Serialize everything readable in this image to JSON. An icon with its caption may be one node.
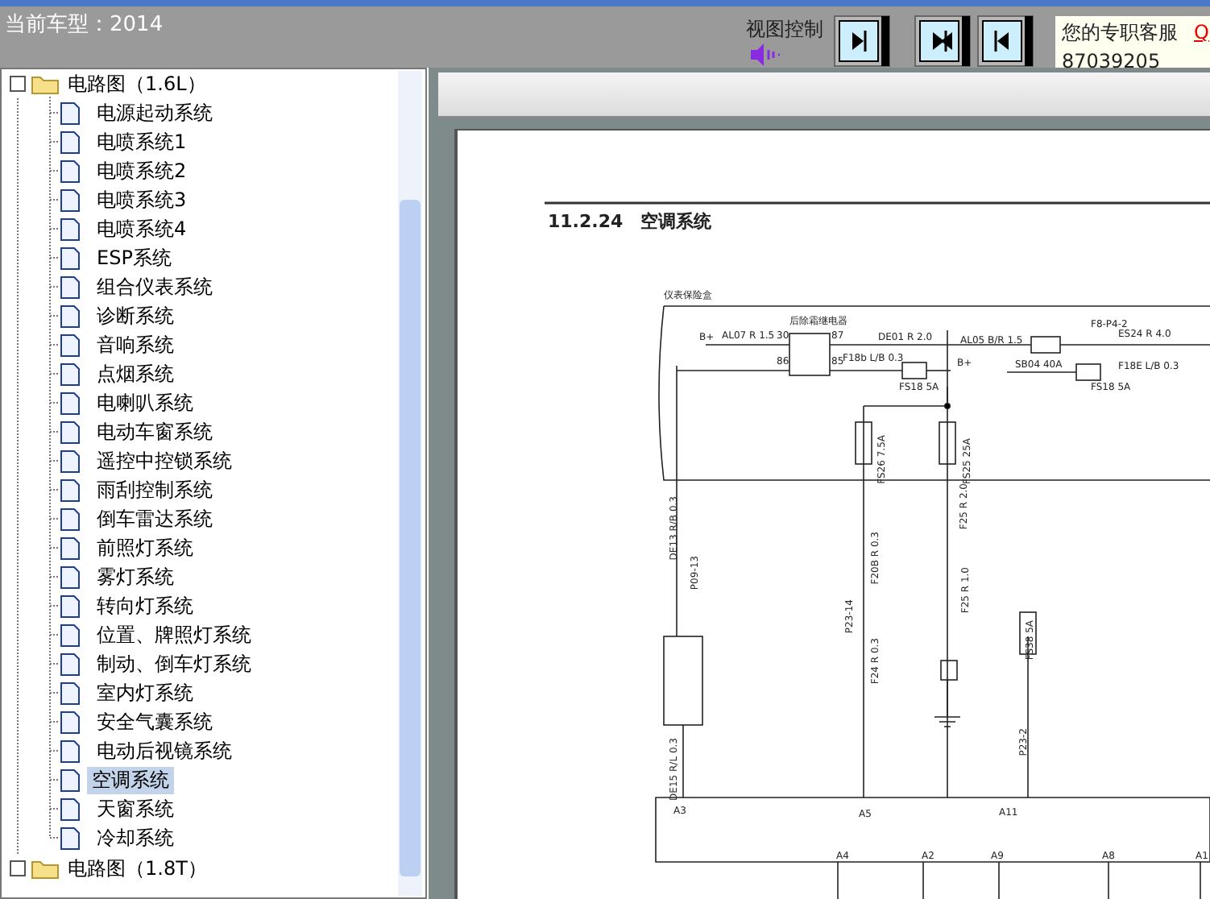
{
  "diagram": {
    "title": "当前车型：2014",
    "nodes": [
      {
        "text": [
          "电路图（1.6L）"
        ]
      },
      {
        "text": [
          "电源起动系统"
        ]
      },
      {
        "text": [
          "电喷系统1"
        ]
      },
      {
        "text": [
          "电喷系统2"
        ]
      },
      {
        "text": [
          "电喷系统3"
        ]
      },
      {
        "text": [
          "电喷系统4"
        ]
      },
      {
        "text": [
          "ESP系统"
        ]
      },
      {
        "text": [
          "组合仪表系统"
        ]
      },
      {
        "text": [
          "诊断系统"
        ]
      },
      {
        "text": [
          "音响系统"
        ]
      },
      {
        "text": [
          "点烟系统"
        ]
      },
      {
        "text": [
          "电喇叭系统"
        ]
      },
      {
        "text": [
          "电动车窗系统"
        ]
      },
      {
        "text": [
          "遥控中控锁系统"
        ]
      },
      {
        "text": [
          "雨刮控制系统"
        ]
      },
      {
        "text": [
          "倒车雷达系统"
        ]
      },
      {
        "text": [
          "前照灯系统"
        ]
      },
      {
        "text": [
          "雾灯系统"
        ]
      },
      {
        "text": [
          "转向灯系统"
        ]
      },
      {
        "text": [
          "位置、牌照灯系统"
        ]
      },
      {
        "text": [
          "制动、倒车灯系统"
        ]
      },
      {
        "text": [
          "室内灯系统"
        ]
      },
      {
        "text": [
          "安全气囊系统"
        ]
      },
      {
        "text": [
          "电动后视镜系统"
        ]
      },
      {
        "text": [
          "空调系统"
        ]
      },
      {
        "text": [
          "天窗系统"
        ]
      },
      {
        "text": [
          "冷却系统"
        ]
      },
      {
        "text": [
          "电路图（1.8T）"
        ]
      }
    ],
    "edges": [
      {
        "from": 0,
        "to": 1,
        "arrow": "none",
        "style": "dashed"
      },
      {
        "from": 0,
        "to": 2,
        "arrow": "none",
        "style": "dashed"
      },
      {
        "from": 0,
        "to": 3,
        "arrow": "none",
        "style": "dashed"
      },
      {
        "from": 0,
        "to": 4,
        "arrow": "none",
        "style": "dashed"
      },
      {
        "from": 0,
        "to": 5,
        "arrow": "none",
        "style": "dashed"
      },
      {
        "from": 0,
        "to": 6,
        "arrow": "none",
        "style": "dashed"
      },
      {
        "from": 0,
        "to": 7,
        "arrow": "none",
        "style": "dashed"
      },
      {
        "from": 0,
        "to": 8,
        "arrow": "none",
        "style": "dashed"
      },
      {
        "from": 0,
        "to": 9,
        "arrow": "none",
        "style": "dashed"
      },
      {
        "from": 0,
        "to": 10,
        "arrow": "none",
        "style": "dashed"
      },
      {
        "from": 0,
        "to": 11,
        "arrow": "none",
        "style": "dashed"
      },
      {
        "from": 0,
        "to": 12,
        "arrow": "none",
        "style": "dashed"
      },
      {
        "from": 0,
        "to": 13,
        "arrow": "none",
        "style": "dashed"
      },
      {
        "from": 0,
        "to": 14,
        "arrow": "none",
        "style": "dashed"
      },
      {
        "from": 0,
        "to": 15,
        "arrow": "none",
        "style": "dashed"
      },
      {
        "from": 0,
        "to": 16,
        "arrow": "none",
        "style": "dashed"
      },
      {
        "from": 0,
        "to": 17,
        "arrow": "none",
        "style": "dashed"
      },
      {
        "from": 0,
        "to": 18,
        "arrow": "none",
        "style": "dashed"
      },
      {
        "from": 0,
        "to": 19,
        "arrow": "none",
        "style": "dashed"
      },
      {
        "from": 0,
        "to": 20,
        "arrow": "none",
        "style": "dashed"
      },
      {
        "from": 0,
        "to": 21,
        "arrow": "none",
        "style": "dashed"
      },
      {
        "from": 0,
        "to": 22,
        "arrow": "none",
        "style": "dashed"
      },
      {
        "from": 0,
        "to": 23,
        "arrow": "none",
        "style": "dashed"
      },
      {
        "from": 0,
        "to": 24,
        "arrow": "none",
        "style": "dashed"
      },
      {
        "from": 0,
        "to": 25,
        "arrow": "none",
        "style": "dashed"
      },
      {
        "from": 0,
        "to": 26,
        "arrow": "none",
        "style": "dashed"
      },
      {
        "from": 0,
        "to": 27,
        "arrow": "none",
        "style": "dashed"
      }
    ],
    "labels": [
      "视图控制",
      "您的专职客服",
      "Q",
      "87039205",
      "11.2.24　空调系统",
      "仪表保险盒",
      "后除霜继电器",
      "B+",
      "AL07 R 1.5",
      "30",
      "87",
      "86",
      "85",
      "DE01 R 2.0",
      "F18b L/B 0.3",
      "FS18 5A",
      "B+",
      "AL05 B/R 1.5",
      "SB04 40A",
      "F8-P4-2",
      "ES24 R 4.0",
      "FS18 5A",
      "F18E L/B 0.3",
      "FS26 7.5A",
      "FS25 25A",
      "DE13 R/B 0.3",
      "P09-13",
      "F20B R 0.3",
      "F25 R 2.0",
      "F25 R 1.0",
      "P23-14",
      "F24 R 0.3",
      "FS38 5A",
      "P23-2",
      "DE15 R/L 0.3",
      "A3",
      "A5",
      "A11",
      "A4",
      "A2",
      "A9",
      "A8",
      "A1"
    ]
  }
}
